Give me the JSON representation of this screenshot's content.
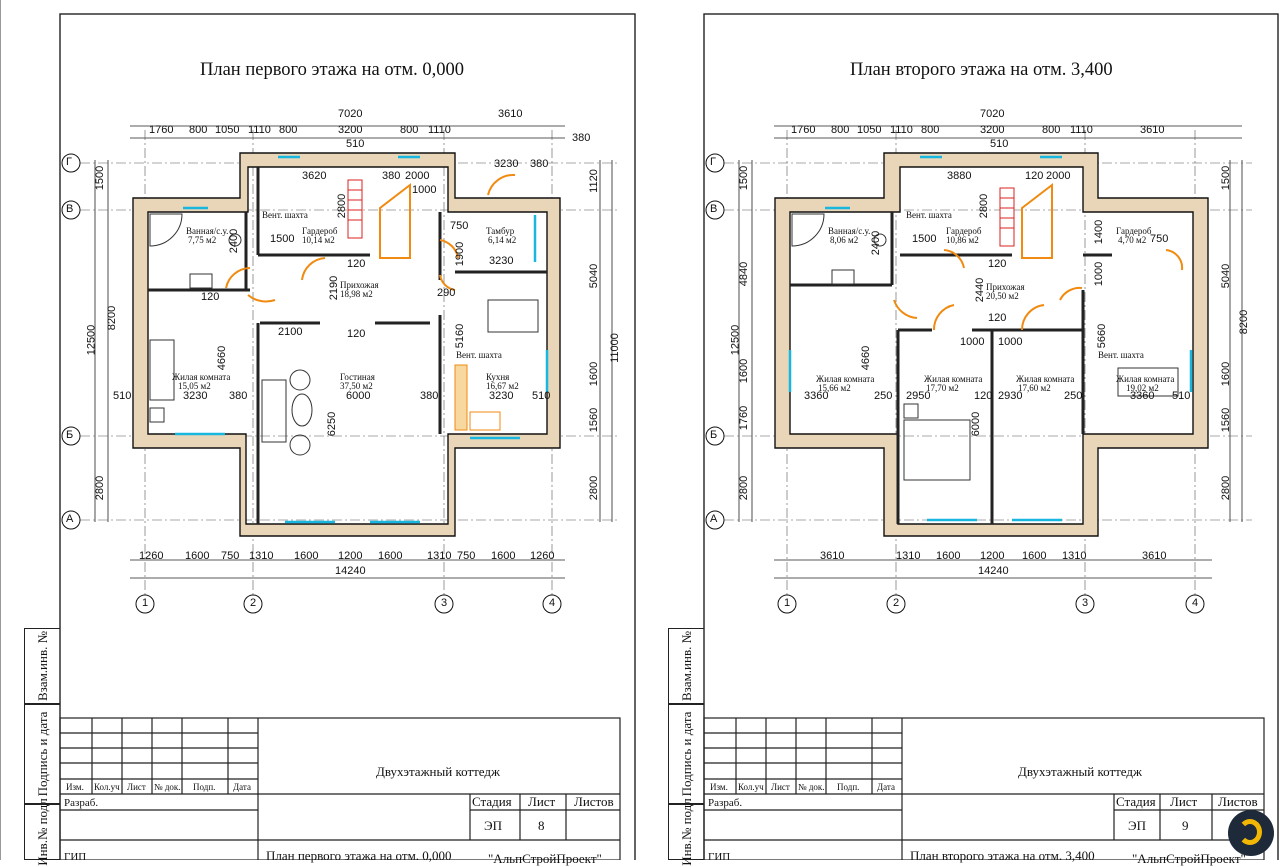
{
  "sheets": [
    {
      "plan_title": "План первого этажа на отм. 0,000",
      "project_name": "Двухэтажный коттедж",
      "drawing_name": "План первого этажа на отм. 0,000",
      "stage": "ЭП",
      "sheet_no": "8",
      "organization": "\"АльпСтройПроект\"",
      "overall_width": "14240",
      "rooms": [
        {
          "name": "Ванная/с.у.",
          "area": "7,75 м2"
        },
        {
          "name": "Гардероб",
          "area": "10,14 м2"
        },
        {
          "name": "Тамбур",
          "area": "6,14 м2"
        },
        {
          "name": "Прихожая",
          "area": "18,98 м2"
        },
        {
          "name": "Жилая комната",
          "area": "15,05 м2"
        },
        {
          "name": "Гостиная",
          "area": "37,50 м2"
        },
        {
          "name": "Кухня",
          "area": "16,67 м2"
        }
      ],
      "top_dims": [
        "1760",
        "800",
        "1050",
        "1110",
        "800",
        "3200",
        "800",
        "1110"
      ],
      "top_total": "7020",
      "top_right": "3610",
      "bottom_dims": [
        "1260",
        "1600",
        "750",
        "1310",
        "1600",
        "1200",
        "1600",
        "1310",
        "750",
        "1600",
        "1260"
      ],
      "inner_dims": [
        "510",
        "3620",
        "380",
        "2000",
        "1000",
        "3230",
        "380",
        "380",
        "2800",
        "1500",
        "2400",
        "750",
        "1900",
        "3230",
        "120",
        "120",
        "2190",
        "290",
        "120",
        "2100",
        "120",
        "5160",
        "4660",
        "3230",
        "380",
        "6000",
        "380",
        "3230",
        "510",
        "510",
        "6250"
      ],
      "left_dims": [
        "1500",
        "8200",
        "12500",
        "2800"
      ],
      "right_dims": [
        "1120",
        "5040",
        "11000",
        "1600",
        "1560",
        "2800"
      ]
    },
    {
      "plan_title": "План второго этажа на отм. 3,400",
      "project_name": "Двухэтажный коттедж",
      "drawing_name": "План второго этажа на отм. 3,400",
      "stage": "ЭП",
      "sheet_no": "9",
      "organization": "\"АльпСтройПроект\"",
      "overall_width": "14240",
      "rooms": [
        {
          "name": "Ванная/с.у.",
          "area": "8,06 м2"
        },
        {
          "name": "Гардероб",
          "area": "10,86 м2"
        },
        {
          "name": "Гардероб",
          "area": "4,70 м2"
        },
        {
          "name": "Прихожая",
          "area": "20,50 м2"
        },
        {
          "name": "Жилая комната",
          "area": "15,66 м2"
        },
        {
          "name": "Жилая комната",
          "area": "17,70 м2"
        },
        {
          "name": "Жилая комната",
          "area": "17,60 м2"
        },
        {
          "name": "Жилая комната",
          "area": "19,02 м2"
        }
      ],
      "top_dims": [
        "1760",
        "800",
        "1050",
        "1110",
        "800",
        "3200",
        "800",
        "1110"
      ],
      "top_total": "7020",
      "top_right": "3610",
      "bottom_dims": [
        "3610",
        "1310",
        "1600",
        "1200",
        "1600",
        "1310",
        "3610"
      ],
      "inner_dims": [
        "510",
        "3880",
        "120",
        "2000",
        "2800",
        "1500",
        "2400",
        "120",
        "1400",
        "750",
        "1000",
        "2440",
        "120",
        "1000",
        "1000",
        "5660",
        "3360",
        "4660",
        "2950",
        "2930",
        "3360",
        "250",
        "120",
        "250",
        "510",
        "510",
        "6000"
      ],
      "left_dims": [
        "1500",
        "4840",
        "12500",
        "1600",
        "1760",
        "2800"
      ],
      "right_dims": [
        "1500",
        "5040",
        "8200",
        "1600",
        "1560",
        "2800"
      ]
    }
  ],
  "axes": {
    "letters": [
      "Г",
      "В",
      "Б",
      "А"
    ],
    "numbers": [
      "1",
      "2",
      "3",
      "4"
    ]
  },
  "side_stamps": {
    "inv": "Взам.инв. №",
    "sign": "Подпись и дата",
    "orig": "Инв.№ подл"
  },
  "title_block": {
    "col_labels": [
      "Изм.",
      "Кол.уч",
      "Лист",
      "№ док.",
      "Подп.",
      "Дата"
    ],
    "developer": "Разраб.",
    "gip": "ГИП",
    "stage_label": "Стадия",
    "sheet_label": "Лист",
    "sheets_label": "Листов"
  },
  "misc": {
    "vent": "Вент. шахта"
  },
  "colors": {
    "wall_fill": "#e9d6b8",
    "door": "#f08a10",
    "window": "#19b6e0",
    "stair": "#d92020",
    "line": "#111111"
  }
}
